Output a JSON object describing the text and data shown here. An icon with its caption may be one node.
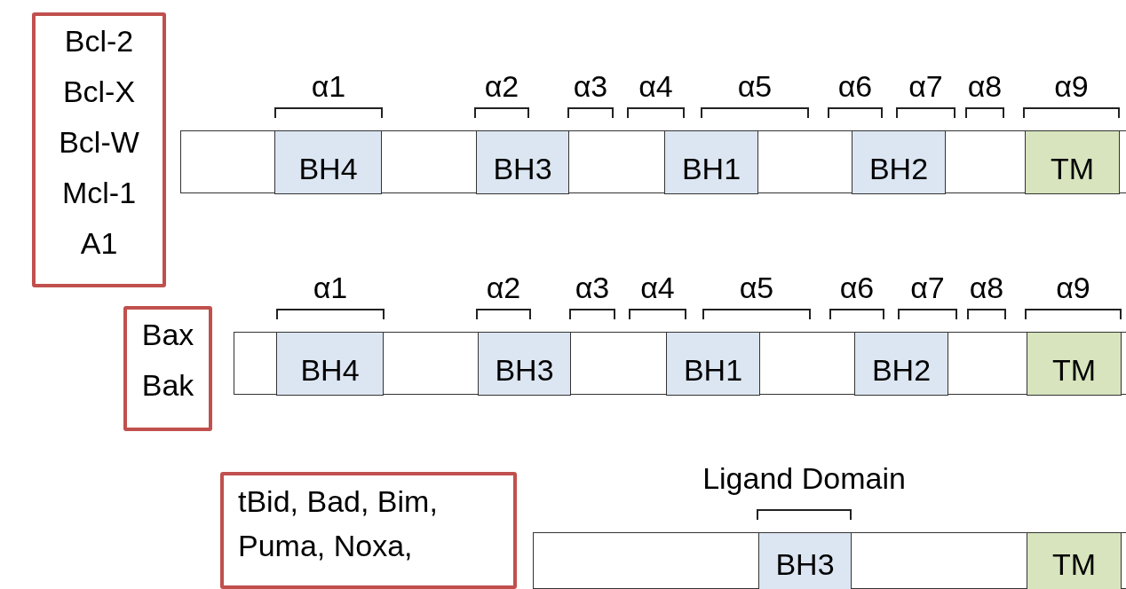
{
  "diagram": {
    "nodes": [
      {
        "text": [
          "Bcl-2",
          "Bcl-X",
          "Bcl-W",
          "Mcl-1",
          "A1"
        ]
      },
      {
        "text": [],
        "shape": "bar"
      },
      {
        "text": [
          "BH4"
        ],
        "in": 1
      },
      {
        "text": [
          "BH3"
        ],
        "in": 1
      },
      {
        "text": [
          "BH1"
        ],
        "in": 1
      },
      {
        "text": [
          "BH2"
        ],
        "in": 1
      },
      {
        "text": [
          "TM"
        ],
        "in": 1
      },
      {
        "text": [
          "Bax",
          "Bak"
        ]
      },
      {
        "text": [],
        "shape": "bar"
      },
      {
        "text": [
          "BH4"
        ],
        "in": 8
      },
      {
        "text": [
          "BH3"
        ],
        "in": 8
      },
      {
        "text": [
          "BH1"
        ],
        "in": 8
      },
      {
        "text": [
          "BH2"
        ],
        "in": 8
      },
      {
        "text": [
          "TM"
        ],
        "in": 8
      },
      {
        "text": [
          "tBid, Bad, Bim, Puma, Noxa,"
        ]
      },
      {
        "text": [],
        "shape": "bar"
      },
      {
        "text": [
          "BH3"
        ],
        "in": 15
      },
      {
        "text": [
          "TM"
        ],
        "in": 15
      }
    ],
    "labels": [
      "α1",
      "α2",
      "α3",
      "α4",
      "α5",
      "α6",
      "α7",
      "α8",
      "α9",
      "α1",
      "α2",
      "α3",
      "α4",
      "α5",
      "α6",
      "α7",
      "α8",
      "α9",
      "Ligand Domain"
    ]
  }
}
